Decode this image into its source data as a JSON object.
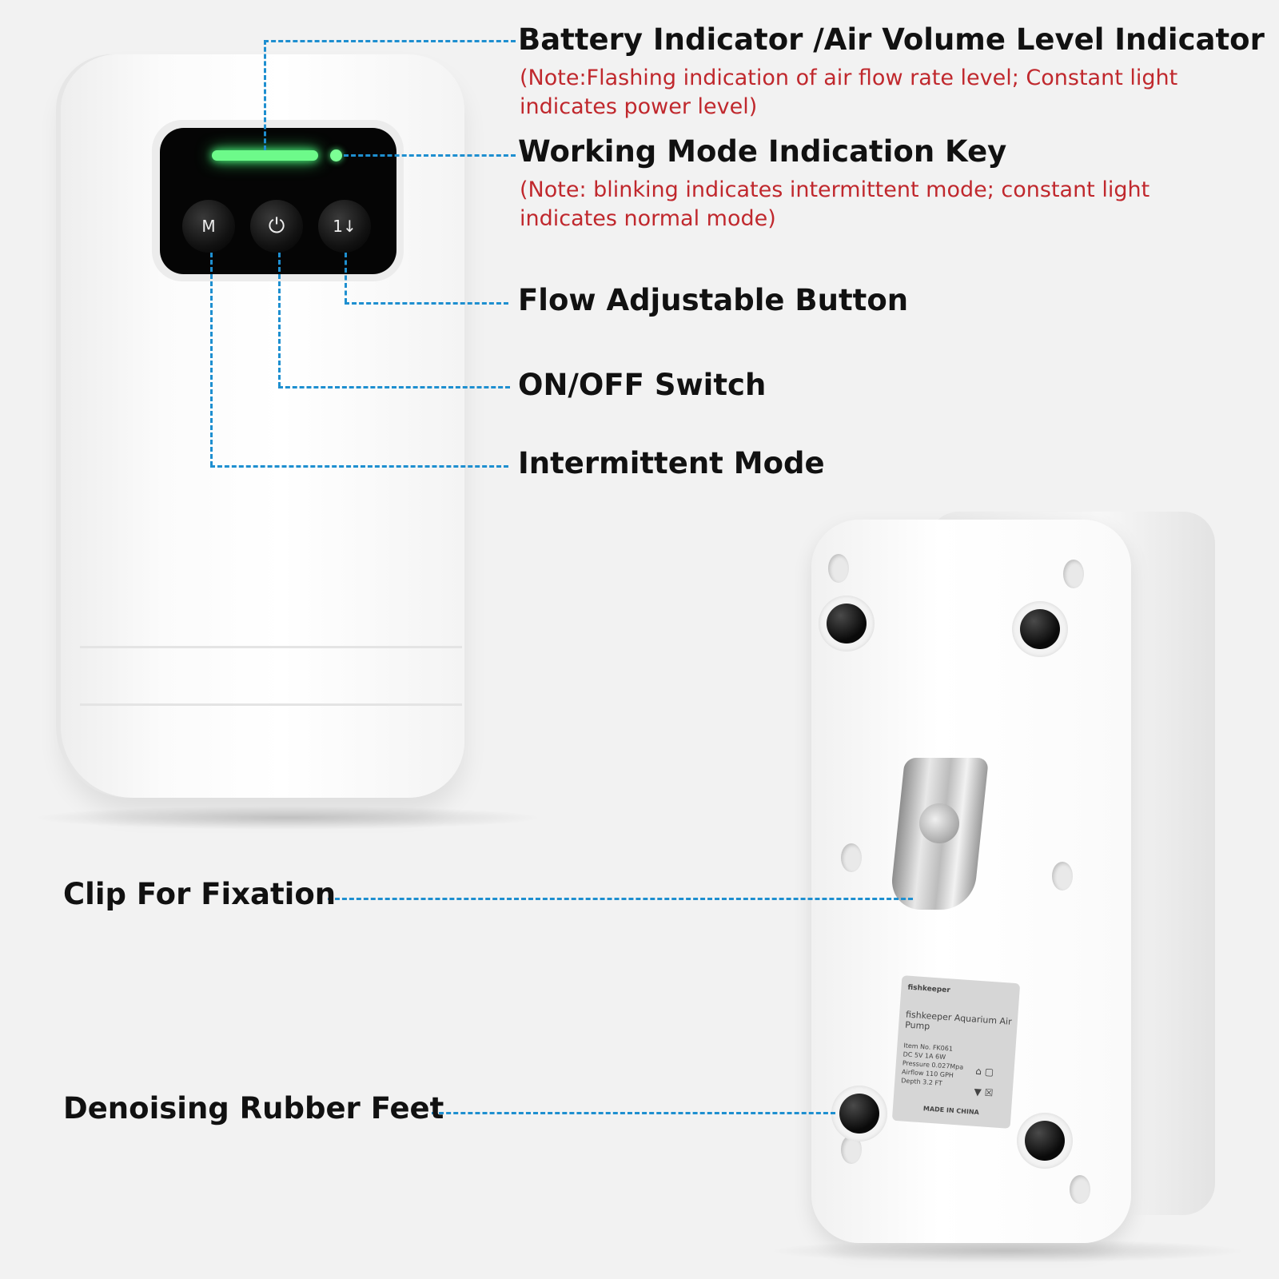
{
  "callouts": {
    "battery": {
      "title": "Battery Indicator /Air Volume Level Indicator",
      "note": "(Note:Flashing indication of air flow rate level; Constant light indicates power level)"
    },
    "working_mode": {
      "title": "Working Mode Indication Key",
      "note": "(Note: blinking indicates intermittent mode; constant light indicates normal mode)"
    },
    "flow": {
      "title": "Flow Adjustable Button"
    },
    "onoff": {
      "title": "ON/OFF Switch"
    },
    "intermittent": {
      "title": "Intermittent Mode"
    },
    "clip": {
      "title": "Clip For Fixation"
    },
    "feet": {
      "title": "Denoising Rubber Feet"
    }
  },
  "buttons": {
    "mode": {
      "label": "M",
      "icon": "mode-hexagon-icon"
    },
    "power": {
      "label": "⏻",
      "icon": "power-hexagon-icon"
    },
    "flow": {
      "label": "1↓",
      "icon": "flow-hexagon-icon"
    }
  },
  "label_plate": {
    "logo": "fishkeeper",
    "name": "fishkeeper Aquarium Air Pump",
    "specs": [
      "Item No. FK061",
      "DC 5V 1A 6W",
      "Pressure 0.027Mpa",
      "Airflow 110 GPH",
      "Depth 3.2 FT"
    ],
    "made_in": "MADE IN CHINA"
  },
  "colors": {
    "leader_line": "#1e8fd0",
    "note_text": "#c0282d",
    "led_green": "#6dfa8a",
    "background": "#f2f2f2"
  }
}
